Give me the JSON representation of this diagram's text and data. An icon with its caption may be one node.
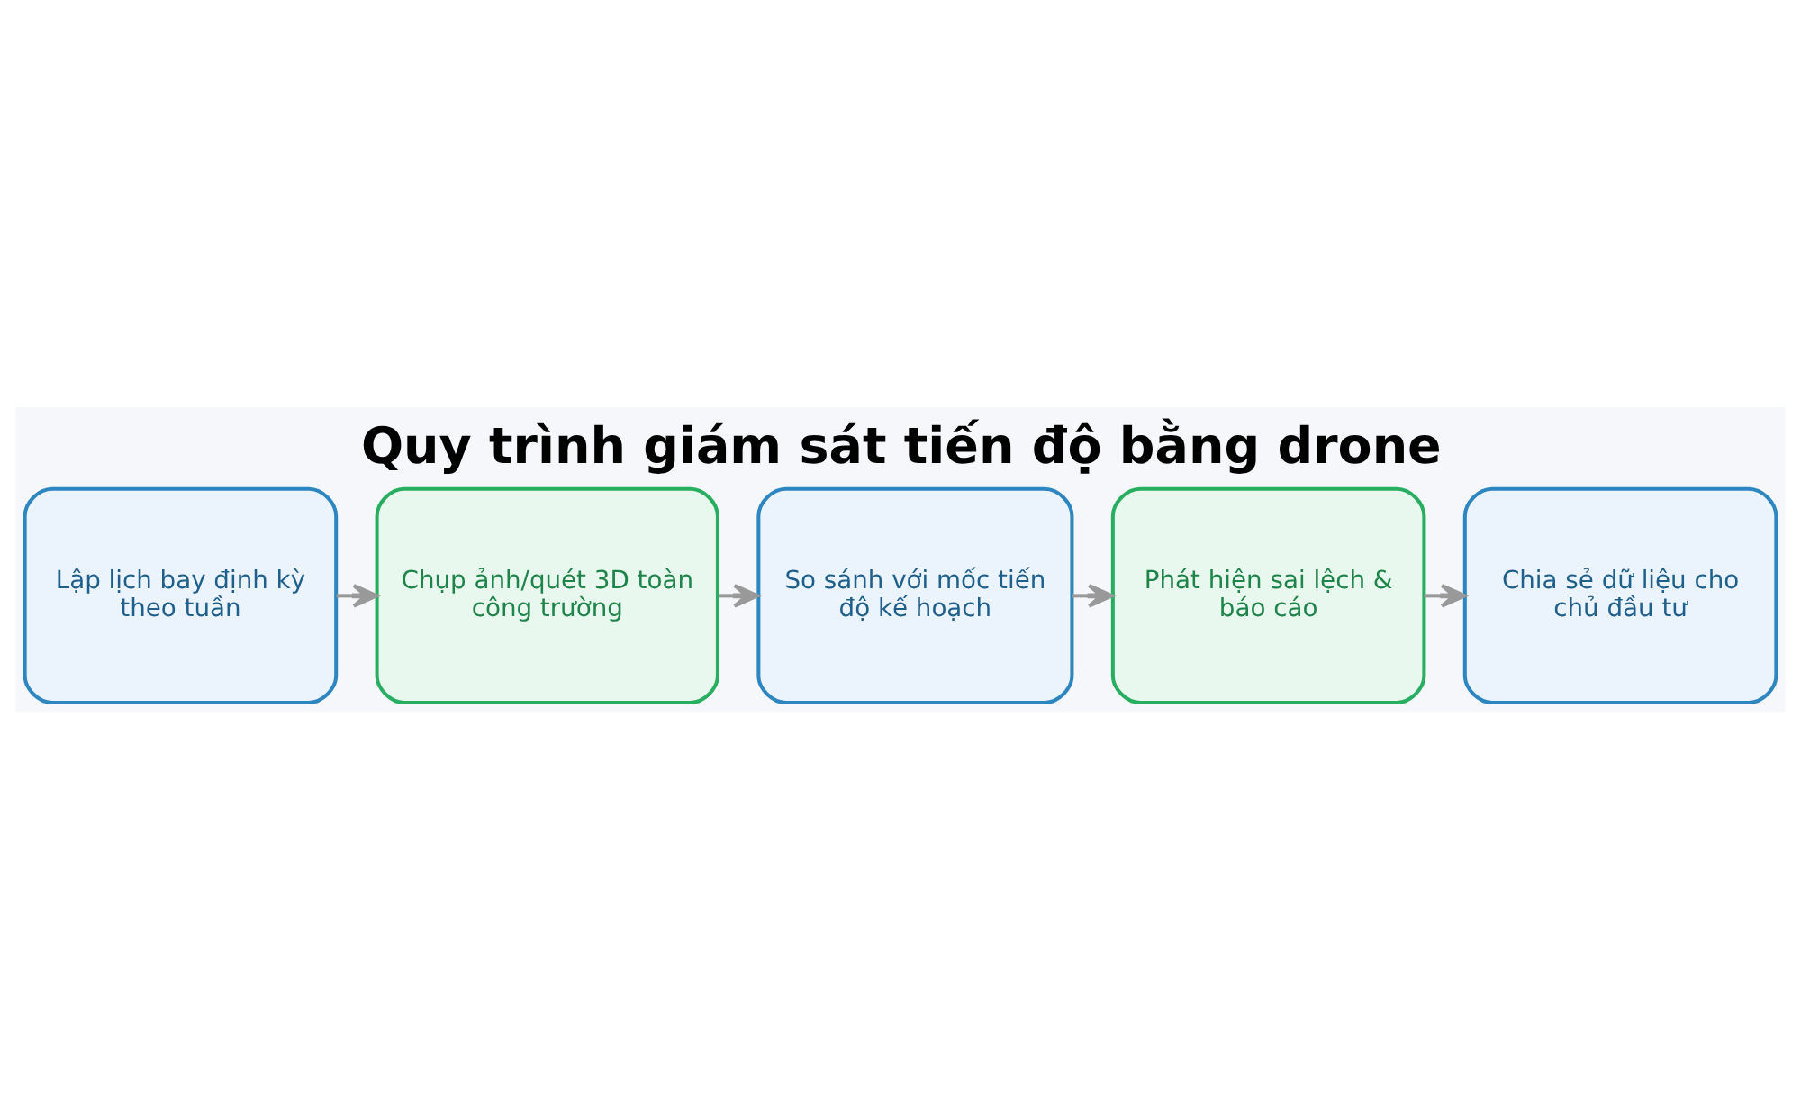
{
  "diagram": {
    "title": "Quy trình giám sát tiến độ bằng drone",
    "nodes": [
      {
        "text": [
          "Lập lịch bay định kỳ theo tuần"
        ]
      },
      {
        "text": [
          "Chụp ảnh/quét 3D toàn công trường"
        ]
      },
      {
        "text": [
          "So sánh với mốc tiến độ kế hoạch"
        ]
      },
      {
        "text": [
          "Phát hiện sai lệch & báo cáo"
        ]
      },
      {
        "text": [
          "Chia sẻ dữ liệu cho chủ đầu tư"
        ]
      }
    ],
    "edges": [
      {
        "from": 0,
        "to": 1,
        "arrow": "to"
      },
      {
        "from": 1,
        "to": 2,
        "arrow": "to"
      },
      {
        "from": 2,
        "to": 3,
        "arrow": "to"
      },
      {
        "from": 3,
        "to": 4,
        "arrow": "to"
      }
    ]
  }
}
